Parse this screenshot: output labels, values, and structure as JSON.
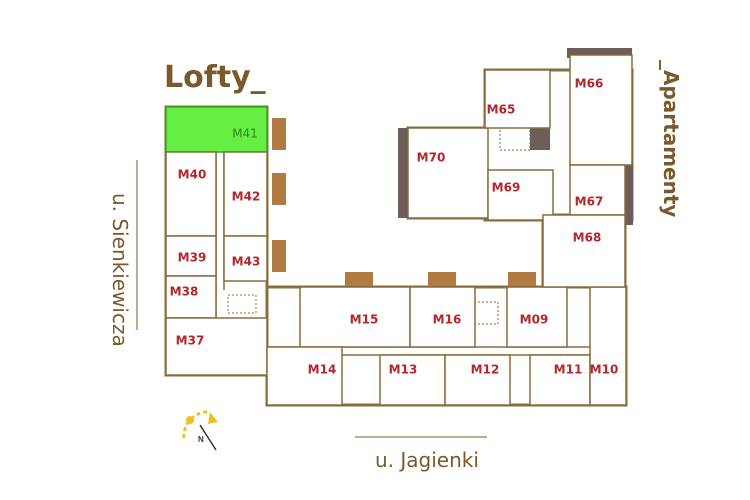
{
  "headers": {
    "lofty": "Lofty_",
    "apartamenty": "_Apartamenty"
  },
  "streets": {
    "west": "u. Sienkiewicza",
    "south": "u. Jagienki"
  },
  "compass": {
    "north_label": "N"
  },
  "selected_unit": "M41",
  "colors": {
    "selected": "#66ee44",
    "label": "#b5262b",
    "wall": "#8a6d3b",
    "title": "#7a5a2a"
  },
  "units": [
    {
      "id": "M41",
      "label": "M41"
    },
    {
      "id": "M40",
      "label": "M40"
    },
    {
      "id": "M42",
      "label": "M42"
    },
    {
      "id": "M39",
      "label": "M39"
    },
    {
      "id": "M43",
      "label": "M43"
    },
    {
      "id": "M38",
      "label": "M38"
    },
    {
      "id": "M37",
      "label": "M37"
    },
    {
      "id": "M15",
      "label": "M15"
    },
    {
      "id": "M16",
      "label": "M16"
    },
    {
      "id": "M09",
      "label": "M09"
    },
    {
      "id": "M14",
      "label": "M14"
    },
    {
      "id": "M13",
      "label": "M13"
    },
    {
      "id": "M12",
      "label": "M12"
    },
    {
      "id": "M11",
      "label": "M11"
    },
    {
      "id": "M10",
      "label": "M10"
    },
    {
      "id": "M70",
      "label": "M70"
    },
    {
      "id": "M65",
      "label": "M65"
    },
    {
      "id": "M66",
      "label": "M66"
    },
    {
      "id": "M69",
      "label": "M69"
    },
    {
      "id": "M67",
      "label": "M67"
    },
    {
      "id": "M68",
      "label": "M68"
    }
  ]
}
